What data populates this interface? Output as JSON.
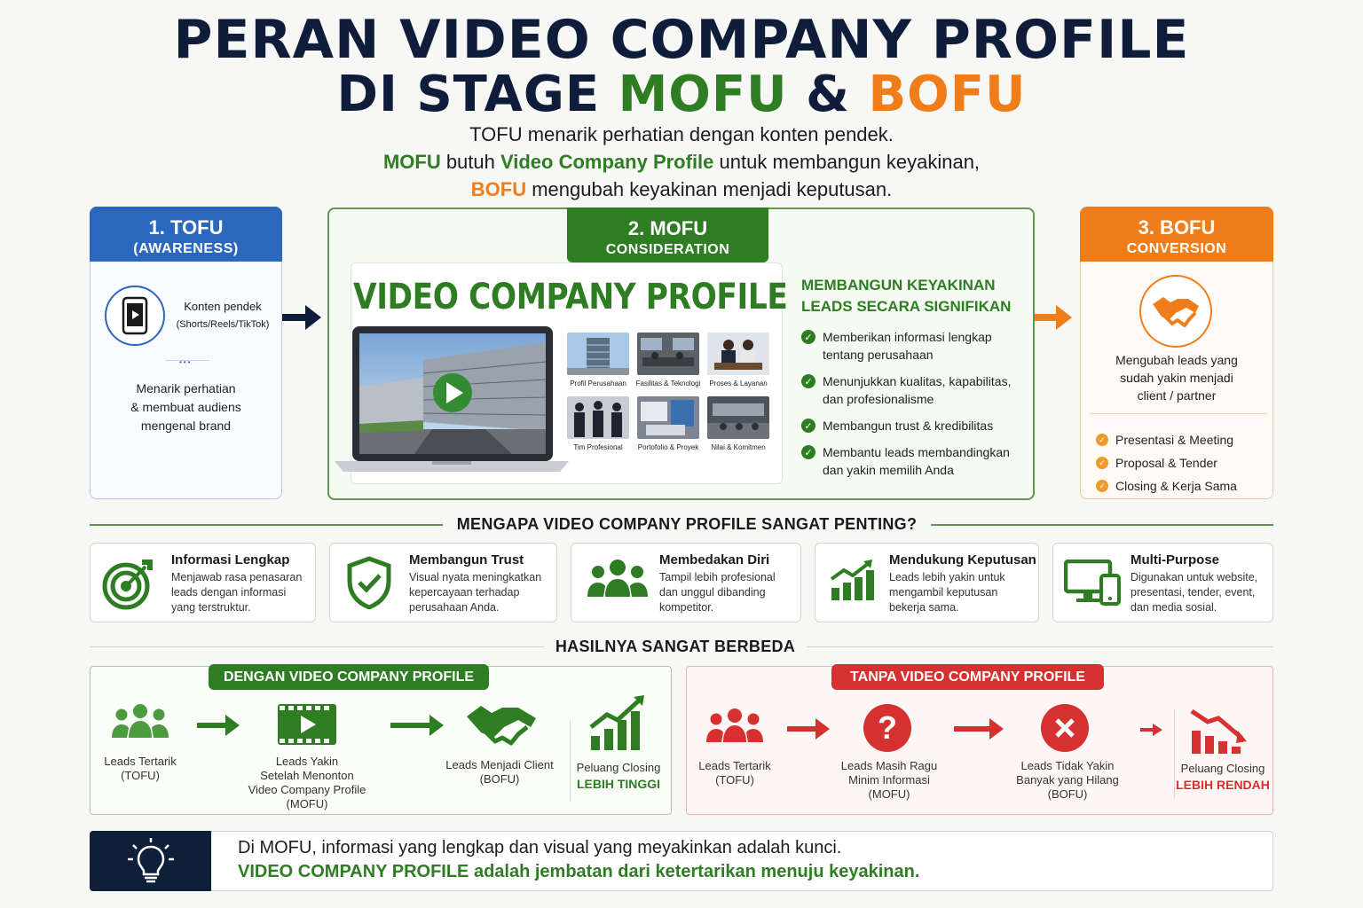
{
  "title": {
    "line1": "PERAN VIDEO COMPANY PROFILE",
    "line2_prefix": "DI STAGE ",
    "line2_mofu": "MOFU",
    "line2_amp": " & ",
    "line2_bofu": "BOFU"
  },
  "subtitle": {
    "line1": "TOFU menarik perhatian dengan konten pendek.",
    "line2_mofu": "MOFU",
    "line2_mid": " butuh ",
    "line2_vcp": "Video Company Profile",
    "line2_end": " untuk membangun keyakinan,",
    "line3_bofu": "BOFU",
    "line3_end": " mengubah keyakinan menjadi keputusan."
  },
  "tofu": {
    "heading": "1. TOFU",
    "subheading": "(AWARENESS)",
    "content_title": "Konten pendek",
    "content_sub": "(Shorts/Reels/TikTok)",
    "desc": [
      "Menarik perhatian",
      "& membuat audiens",
      "mengenal brand"
    ]
  },
  "mofu": {
    "heading": "2. MOFU",
    "subheading": "CONSIDERATION",
    "video_title": "VIDEO COMPANY PROFILE",
    "thumbnails": [
      {
        "label": "Profil Perusahaan"
      },
      {
        "label": "Fasilitas & Teknologi"
      },
      {
        "label": "Proses & Layanan"
      },
      {
        "label": "Tim Profesional"
      },
      {
        "label": "Portofolio & Proyek"
      },
      {
        "label": "Nilai & Komitmen"
      }
    ],
    "benefit_title": [
      "MEMBANGUN KEYAKINAN",
      "LEADS SECARA SIGNIFIKAN"
    ],
    "points": [
      [
        "Memberikan informasi lengkap",
        "tentang perusahaan"
      ],
      [
        "Menunjukkan kualitas, kapabilitas,",
        "dan profesionalisme"
      ],
      [
        "Membangun trust & kredibilitas"
      ],
      [
        "Membantu leads membandingkan",
        "dan yakin memilih Anda"
      ]
    ]
  },
  "bofu": {
    "heading": "3. BOFU",
    "subheading": "CONVERSION",
    "desc": [
      "Mengubah leads yang",
      "sudah yakin menjadi",
      "client / partner"
    ],
    "points": [
      "Presentasi & Meeting",
      "Proposal & Tender",
      "Closing & Kerja Sama"
    ]
  },
  "why": {
    "title": "MENGAPA VIDEO COMPANY PROFILE SANGAT PENTING?",
    "items": [
      {
        "title": "Informasi Lengkap",
        "desc": [
          "Menjawab rasa penasaran",
          "leads dengan informasi",
          "yang terstruktur."
        ],
        "icon": "target-icon"
      },
      {
        "title": "Membangun Trust",
        "desc": [
          "Visual nyata meningkatkan",
          "kepercayaan terhadap",
          "perusahaan Anda."
        ],
        "icon": "shield-check-icon"
      },
      {
        "title": "Membedakan Diri",
        "desc": [
          "Tampil lebih profesional",
          "dan unggul dibanding",
          "kompetitor."
        ],
        "icon": "group-icon"
      },
      {
        "title": "Mendukung Keputusan",
        "desc": [
          "Leads lebih yakin untuk",
          "mengambil keputusan",
          "bekerja sama."
        ],
        "icon": "growth-chart-icon"
      },
      {
        "title": "Multi-Purpose",
        "desc": [
          "Digunakan untuk website,",
          "presentasi, tender, event,",
          "dan media sosial."
        ],
        "icon": "devices-icon"
      }
    ]
  },
  "result": {
    "title": "HASILNYA SANGAT BERBEDA",
    "with": {
      "heading": "DENGAN VIDEO COMPANY PROFILE",
      "steps": [
        [
          "Leads Tertarik",
          "(TOFU)"
        ],
        [
          "Leads Yakin",
          "Setelah Menonton",
          "Video Company Profile",
          "(MOFU)"
        ],
        [
          "Leads Menjadi Client",
          "(BOFU)"
        ]
      ],
      "outcome_label": "Peluang Closing",
      "outcome_value": "LEBIH TINGGI"
    },
    "without": {
      "heading": "TANPA VIDEO COMPANY PROFILE",
      "steps": [
        [
          "Leads Tertarik",
          "(TOFU)"
        ],
        [
          "Leads Masih Ragu",
          "Minim Informasi",
          "(MOFU)"
        ],
        [
          "Leads Tidak Yakin",
          "Banyak yang Hilang",
          "(BOFU)"
        ]
      ],
      "outcome_label": "Peluang Closing",
      "outcome_value": "LEBIH RENDAH"
    }
  },
  "footer": {
    "line1": "Di MOFU, informasi yang lengkap dan visual yang meyakinkan adalah kunci.",
    "line2_bold": "VIDEO COMPANY PROFILE",
    "line2_rest": " adalah jembatan dari ketertarikan menuju keyakinan."
  },
  "colors": {
    "navy": "#0f1d3a",
    "green": "#2e7d23",
    "orange": "#ef7d1a",
    "blue": "#2a67bd",
    "red": "#d63030"
  }
}
